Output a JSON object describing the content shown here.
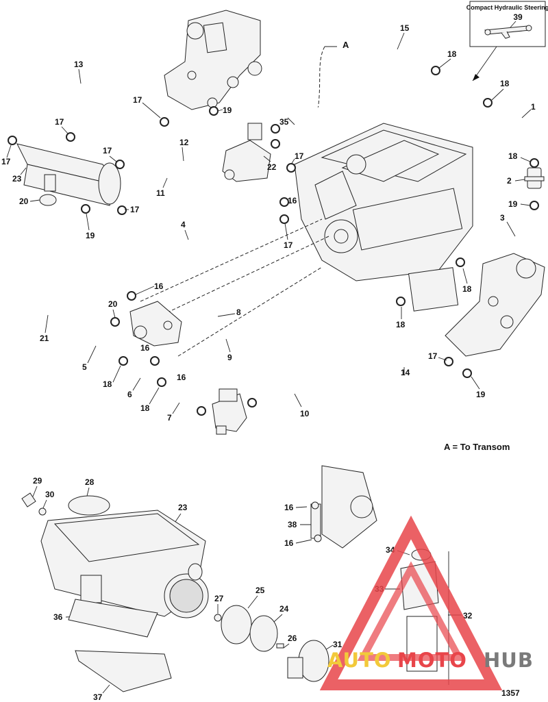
{
  "inset": {
    "title": "Compact Hydraulic Steering",
    "part_number": "39"
  },
  "annotation_a": "A",
  "legend_note": "A = To Transom",
  "figure_number": "1357",
  "watermark": {
    "part1": "AUTO",
    "part2": "MOTO",
    "part3": "HUB",
    "colors": {
      "red": "#e8454a",
      "yellow": "#f2c93a",
      "gray": "#7a7a7a"
    }
  },
  "callouts": [
    "1",
    "2",
    "3",
    "4",
    "5",
    "6",
    "7",
    "8",
    "9",
    "10",
    "11",
    "12",
    "13",
    "14",
    "15",
    "16",
    "16",
    "16",
    "16",
    "16",
    "16",
    "16",
    "17",
    "17",
    "17",
    "17",
    "17",
    "17",
    "17",
    "17",
    "18",
    "18",
    "18",
    "18",
    "18",
    "18",
    "18",
    "19",
    "19",
    "19",
    "19",
    "20",
    "20",
    "21",
    "22",
    "23",
    "23",
    "24",
    "25",
    "26",
    "27",
    "28",
    "29",
    "30",
    "31",
    "32",
    "33",
    "34",
    "35",
    "36",
    "37",
    "38"
  ]
}
